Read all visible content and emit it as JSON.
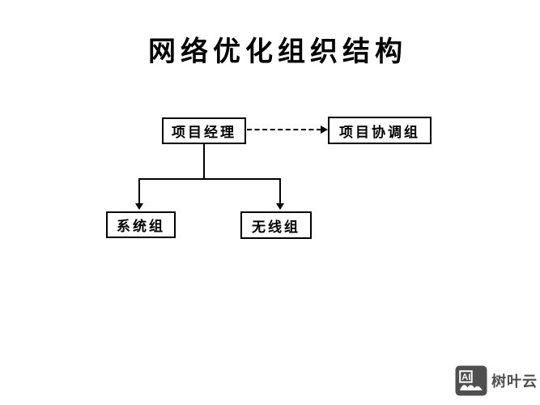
{
  "page": {
    "title": "网络优化组织结构",
    "background": "#ffffff"
  },
  "diagram": {
    "type": "org-chart",
    "line_color": "#000000",
    "box_border_color": "#000000",
    "nodes": [
      {
        "id": "project-manager",
        "label": "项目经理"
      },
      {
        "id": "coordination-group",
        "label": "项目协调组"
      },
      {
        "id": "system-group",
        "label": "系统组"
      },
      {
        "id": "wireless-group",
        "label": "无线组"
      }
    ],
    "edges": [
      {
        "from": "project-manager",
        "to": "coordination-group",
        "style": "dashed",
        "arrow": "right"
      },
      {
        "from": "project-manager",
        "to": "system-group",
        "style": "solid",
        "arrow": "down"
      },
      {
        "from": "project-manager",
        "to": "wireless-group",
        "style": "solid",
        "arrow": "down"
      }
    ]
  },
  "watermark": {
    "icon": "ai-picture-icon",
    "icon_label": "AI",
    "text": "树叶云",
    "color": "#4f4f4f"
  }
}
